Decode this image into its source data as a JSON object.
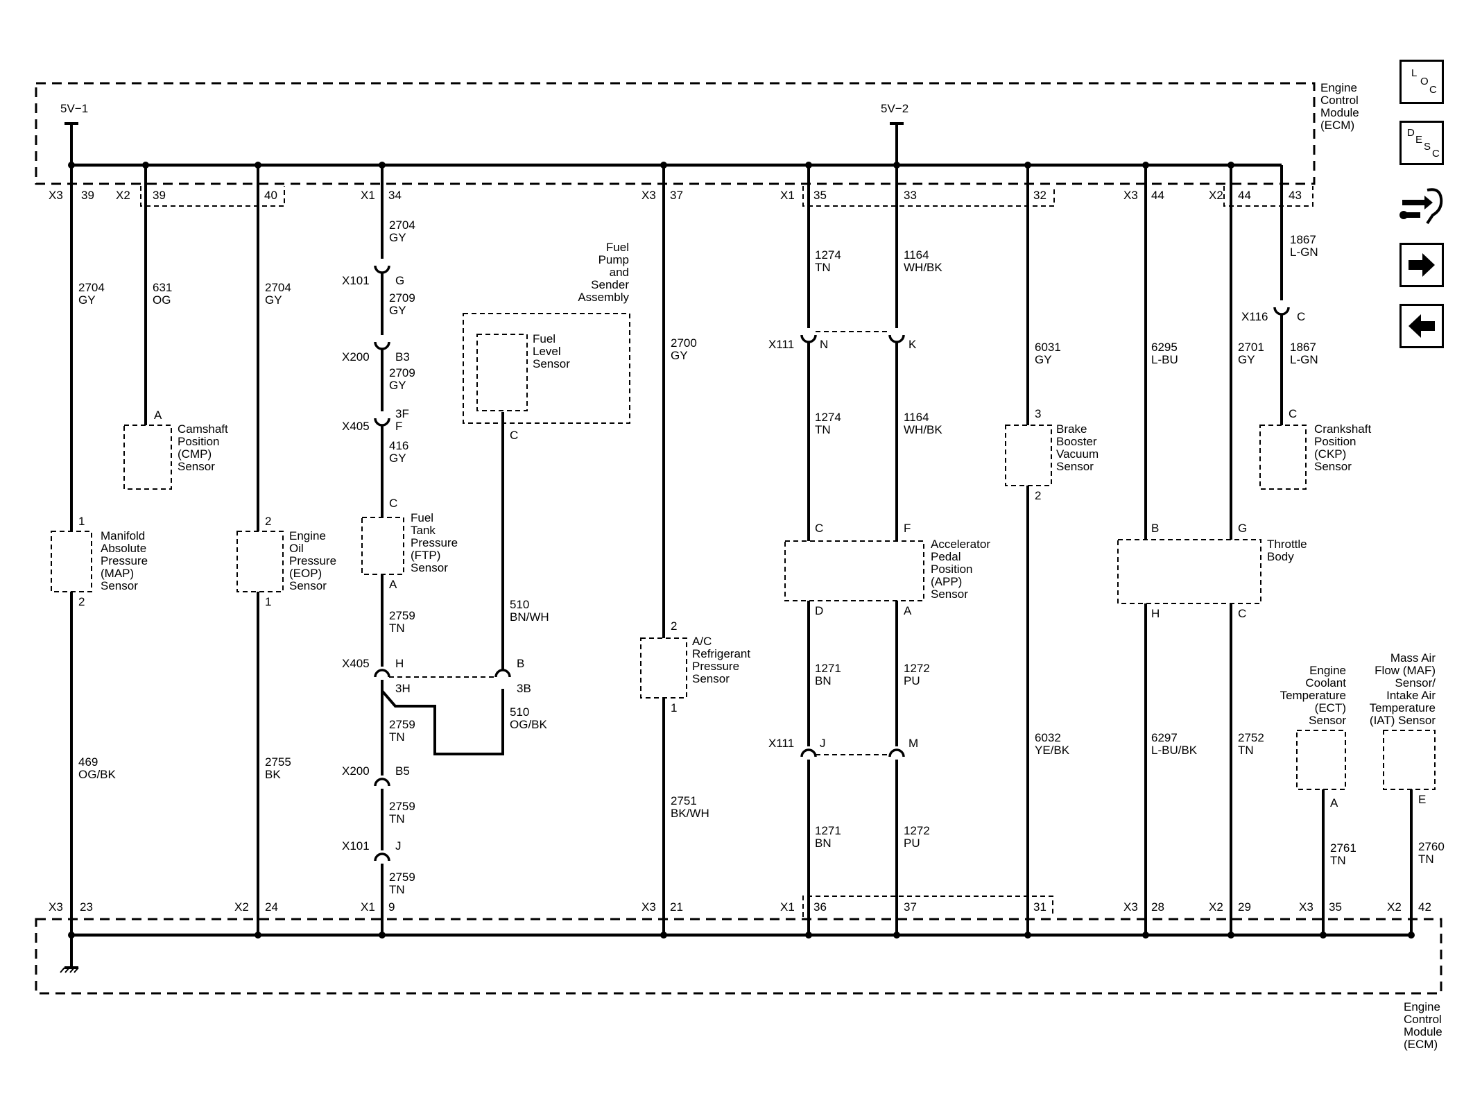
{
  "nav": {
    "loc": {
      "l1": "L",
      "l2": "O",
      "l3": "C"
    },
    "desc": {
      "l1": "D",
      "l2": "E",
      "l3": "S",
      "l4": "C"
    }
  },
  "module": {
    "line1": "Engine",
    "line2": "Control",
    "line3": "Module",
    "line4": "(ECM)"
  },
  "refs": {
    "v1": "5V−1",
    "v2": "5V−2"
  },
  "top_pins": [
    {
      "c": "X3",
      "p": "39"
    },
    {
      "c": "X2",
      "p": "39"
    },
    {
      "c": "",
      "p": "40"
    },
    {
      "c": "X1",
      "p": "34"
    },
    {
      "c": "X3",
      "p": "37"
    },
    {
      "c": "X1",
      "p": "35"
    },
    {
      "c": "",
      "p": "33"
    },
    {
      "c": "",
      "p": "32"
    },
    {
      "c": "X3",
      "p": "44"
    },
    {
      "c": "X2",
      "p": "44"
    },
    {
      "c": "",
      "p": "43"
    }
  ],
  "bottom_pins": [
    {
      "c": "X3",
      "p": "23"
    },
    {
      "c": "X2",
      "p": "24"
    },
    {
      "c": "X1",
      "p": "9"
    },
    {
      "c": "X3",
      "p": "21"
    },
    {
      "c": "X1",
      "p": "36"
    },
    {
      "c": "",
      "p": "37"
    },
    {
      "c": "",
      "p": "31"
    },
    {
      "c": "X3",
      "p": "28"
    },
    {
      "c": "X2",
      "p": "29"
    },
    {
      "c": "X3",
      "p": "35"
    },
    {
      "c": "X2",
      "p": "42"
    }
  ],
  "wires": [
    {
      "n": "2704",
      "c": "GY"
    },
    {
      "n": "631",
      "c": "OG"
    },
    {
      "n": "2704",
      "c": "GY"
    },
    {
      "n": "2704",
      "c": "GY"
    },
    {
      "n": "2709",
      "c": "GY"
    },
    {
      "n": "2709",
      "c": "GY"
    },
    {
      "n": "416",
      "c": "GY"
    },
    {
      "n": "2759",
      "c": "TN"
    },
    {
      "n": "2759",
      "c": "TN"
    },
    {
      "n": "2759",
      "c": "TN"
    },
    {
      "n": "2759",
      "c": "TN"
    },
    {
      "n": "510",
      "c": "BN/WH"
    },
    {
      "n": "510",
      "c": "OG/BK"
    },
    {
      "n": "2700",
      "c": "GY"
    },
    {
      "n": "2751",
      "c": "BK/WH"
    },
    {
      "n": "1274",
      "c": "TN"
    },
    {
      "n": "1274",
      "c": "TN"
    },
    {
      "n": "1271",
      "c": "BN"
    },
    {
      "n": "1271",
      "c": "BN"
    },
    {
      "n": "1164",
      "c": "WH/BK"
    },
    {
      "n": "1164",
      "c": "WH/BK"
    },
    {
      "n": "1272",
      "c": "PU"
    },
    {
      "n": "1272",
      "c": "PU"
    },
    {
      "n": "6031",
      "c": "GY"
    },
    {
      "n": "6032",
      "c": "YE/BK"
    },
    {
      "n": "6295",
      "c": "L-BU"
    },
    {
      "n": "6297",
      "c": "L-BU/BK"
    },
    {
      "n": "2701",
      "c": "GY"
    },
    {
      "n": "2752",
      "c": "TN"
    },
    {
      "n": "1867",
      "c": "L-GN"
    },
    {
      "n": "1867",
      "c": "L-GN"
    },
    {
      "n": "2761",
      "c": "TN"
    },
    {
      "n": "2760",
      "c": "TN"
    },
    {
      "n": "469",
      "c": "OG/BK"
    },
    {
      "n": "2755",
      "c": "BK"
    }
  ],
  "inline": [
    {
      "c": "X101",
      "p": "G"
    },
    {
      "c": "X200",
      "p": "B3"
    },
    {
      "c": "X405",
      "p": "3F",
      "p2": "F"
    },
    {
      "c": "X405",
      "p": "H",
      "p2": "3H"
    },
    {
      "c": "X200",
      "p": "B5"
    },
    {
      "c": "X101",
      "p": "J"
    },
    {
      "c": "",
      "p": "B",
      "p2": "3B"
    },
    {
      "c": "X111",
      "p": "N"
    },
    {
      "c": "",
      "p": "K"
    },
    {
      "c": "X111",
      "p": "J"
    },
    {
      "c": "",
      "p": "M"
    },
    {
      "c": "X116",
      "p": "C"
    }
  ],
  "components": {
    "map": {
      "name": [
        "Manifold",
        "Absolute",
        "Pressure",
        "(MAP)",
        "Sensor"
      ],
      "p1": "1",
      "p2": "2"
    },
    "eop": {
      "name": [
        "Engine",
        "Oil",
        "Pressure",
        "(EOP)",
        "Sensor"
      ],
      "p1": "2",
      "p2": "1"
    },
    "cmp": {
      "name": [
        "Camshaft",
        "Position",
        "(CMP)",
        "Sensor"
      ],
      "p1": "A"
    },
    "ftp": {
      "name": [
        "Fuel",
        "Tank",
        "Pressure",
        "(FTP)",
        "Sensor"
      ],
      "p1": "C",
      "p2": "A"
    },
    "fpsa": {
      "name": [
        "Fuel",
        "Pump",
        "and",
        "Sender",
        "Assembly"
      ]
    },
    "fls": {
      "name": [
        "Fuel",
        "Level",
        "Sensor"
      ],
      "p1": "C"
    },
    "ac": {
      "name": [
        "A/C",
        "Refrigerant",
        "Pressure",
        "Sensor"
      ],
      "p1": "2",
      "p2": "1"
    },
    "app": {
      "name": [
        "Accelerator",
        "Pedal",
        "Position",
        "(APP)",
        "Sensor"
      ],
      "p1": "C",
      "p2": "F",
      "p3": "D",
      "p4": "A"
    },
    "bbv": {
      "name": [
        "Brake",
        "Booster",
        "Vacuum",
        "Sensor"
      ],
      "p1": "3",
      "p2": "2"
    },
    "tb": {
      "name": [
        "Throttle",
        "Body"
      ],
      "p1": "B",
      "p2": "G",
      "p3": "H",
      "p4": "C"
    },
    "ckp": {
      "name": [
        "Crankshaft",
        "Position",
        "(CKP)",
        "Sensor"
      ],
      "p1": "C"
    },
    "ect": {
      "name": [
        "Engine",
        "Coolant",
        "Temperature",
        "(ECT)",
        "Sensor"
      ],
      "p1": "A"
    },
    "maf": {
      "name": [
        "Mass Air",
        "Flow (MAF)",
        "Sensor/",
        "Intake Air",
        "Temperature",
        "(IAT) Sensor"
      ],
      "p1": "E"
    }
  }
}
